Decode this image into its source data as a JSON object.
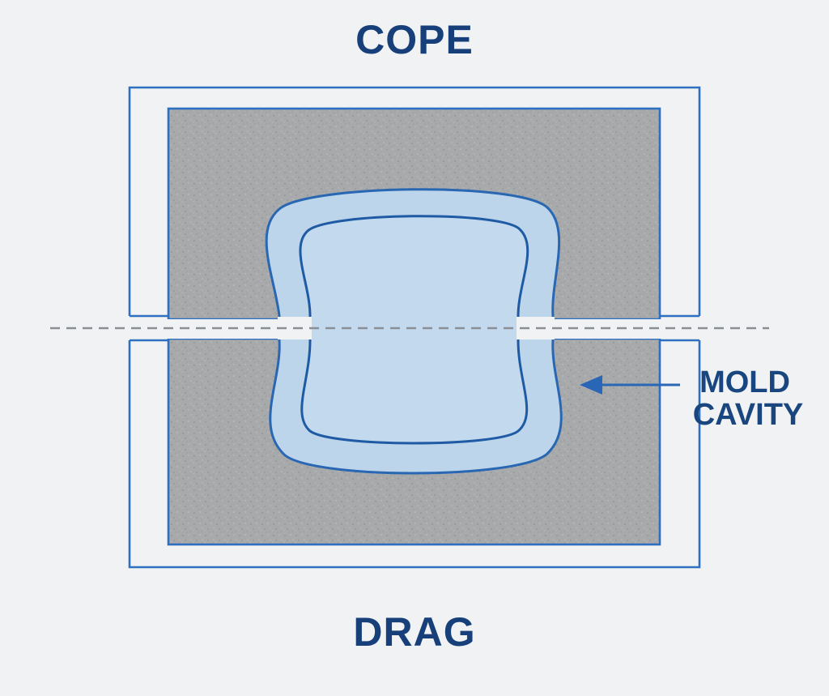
{
  "labels": {
    "top": "COPE",
    "bottom": "DRAG",
    "callout_line1": "MOLD",
    "callout_line2": "CAVITY"
  },
  "colors": {
    "text": "#17407a",
    "outline": "#2d6fc0",
    "sand": "#a6a8aa",
    "cavity": "#bcd5ea",
    "parting_line": "#8a8f95",
    "background": "#f1f2f3"
  }
}
